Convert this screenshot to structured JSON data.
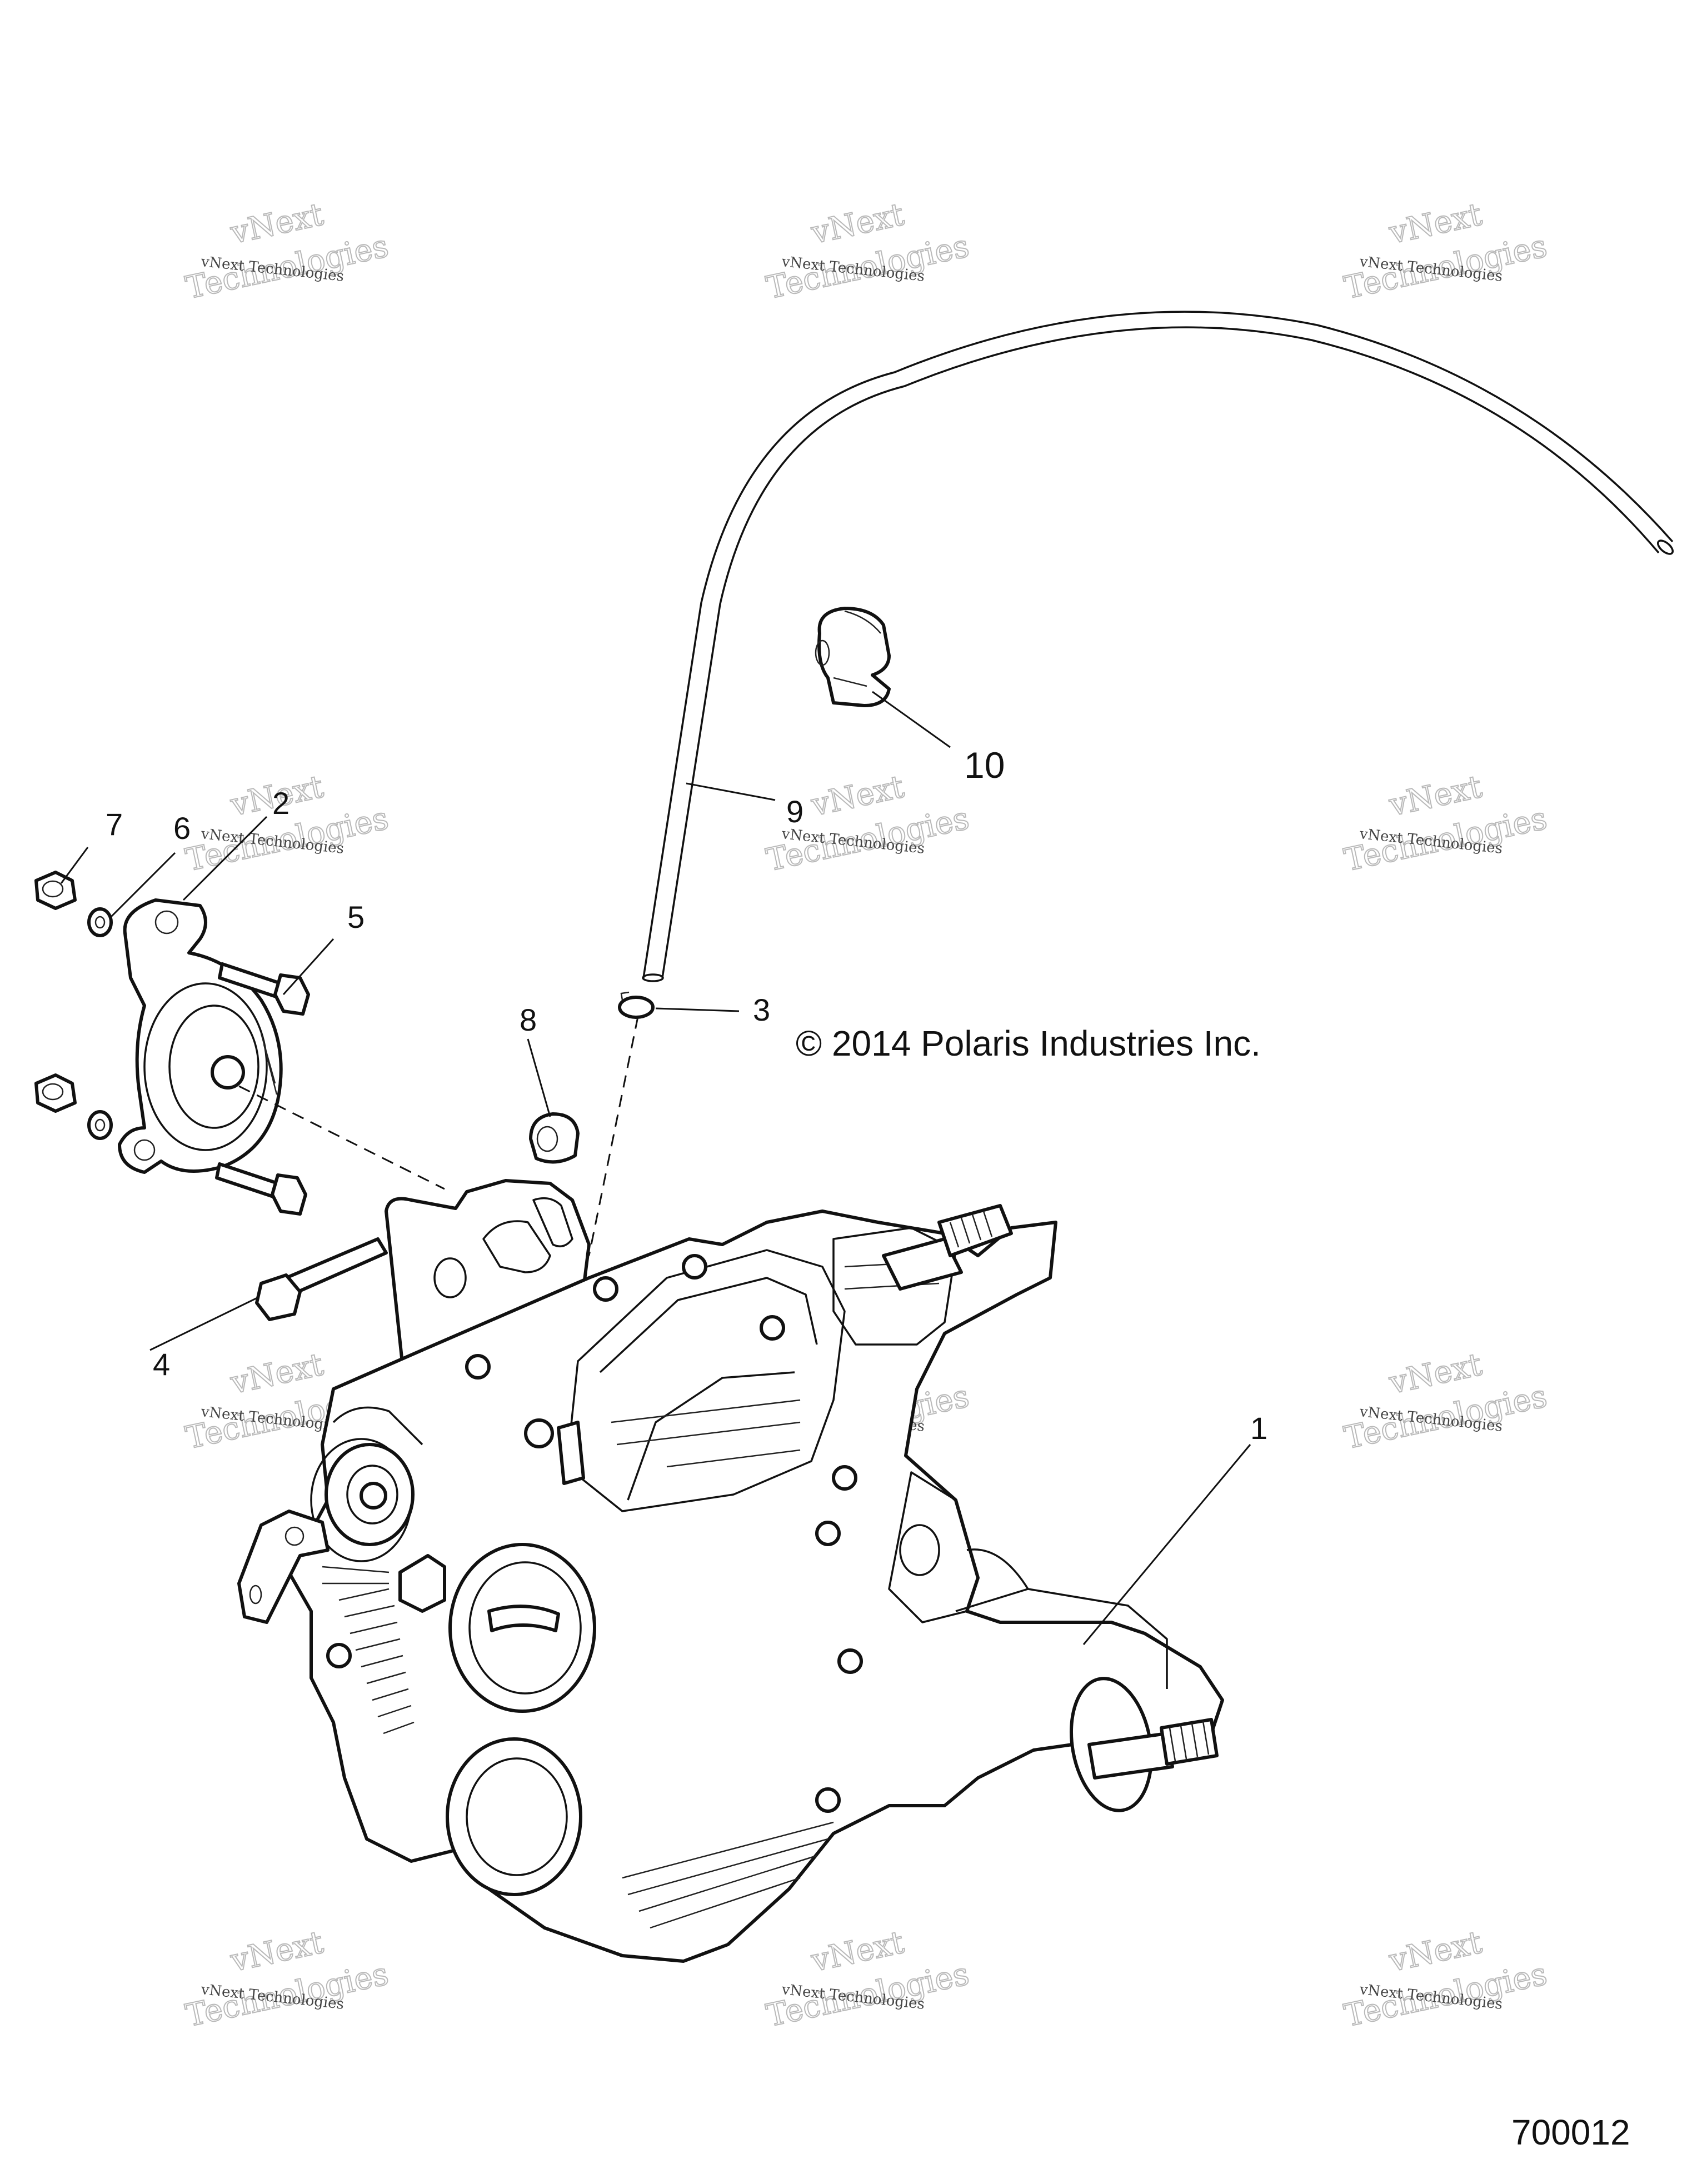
{
  "diagram": {
    "copyright": "© 2014 Polaris Industries Inc.",
    "diagram_id": "700012",
    "callouts": [
      "1",
      "2",
      "3",
      "4",
      "5",
      "6",
      "7",
      "8",
      "9",
      "10"
    ]
  },
  "watermark": {
    "line1": "vNext Technologies",
    "line2_a": "vNext",
    "line2_b": "Technologies"
  },
  "colors": {
    "line": "#111111",
    "background": "#ffffff",
    "watermark": "#b9b9b9"
  }
}
